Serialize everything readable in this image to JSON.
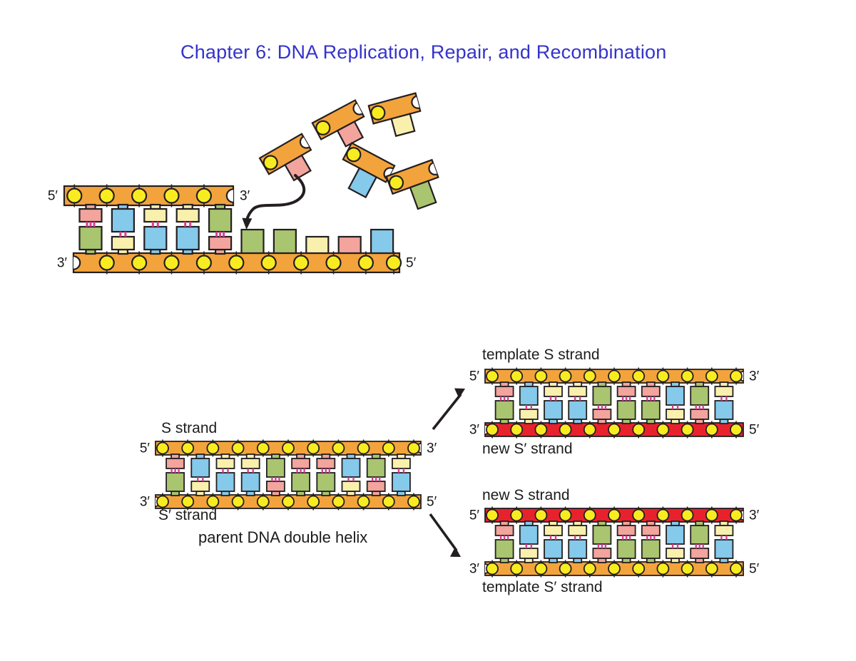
{
  "title": "Chapter 6: DNA Replication, Repair, and Recombination",
  "colors": {
    "title_blue": "#3533cc",
    "outline": "#231f20",
    "backbone_orange": "#f3a33c",
    "backbone_red": "#e8222d",
    "phosphate_yellow": "#f8ec20",
    "hydrogen_bond_pink": "#d6408f",
    "base_pink": "#f2a49d",
    "base_green": "#a9c56f",
    "base_blue": "#85c9eb",
    "base_yellow": "#f9f0ae"
  },
  "synthesis_diagram": {
    "growing_strand": {
      "label_left": "5′",
      "label_right": "3′",
      "color": "orange",
      "bases": [
        "pink",
        "blue",
        "yellow",
        "yellow",
        "green"
      ]
    },
    "template_strand": {
      "label_left": "3′",
      "label_right": "5′",
      "color": "orange",
      "bases": [
        "green",
        "yellow",
        "blue",
        "blue",
        "pink",
        "green",
        "green",
        "yellow",
        "pink",
        "blue"
      ]
    },
    "free_nucleotides": [
      "pink",
      "pink",
      "yellow",
      "blue",
      "green"
    ],
    "icons": [
      "curved-arrow-icon"
    ]
  },
  "replication_diagram": {
    "icons": [
      "arrow-up-right-icon",
      "arrow-down-right-icon"
    ],
    "parent": {
      "top_caption": "S strand",
      "bottom_caption": "S′ strand",
      "caption": "parent DNA double helix",
      "top_strand": {
        "label_left": "5′",
        "label_right": "3′",
        "color": "orange"
      },
      "bottom_strand": {
        "label_left": "3′",
        "label_right": "5′",
        "color": "orange"
      },
      "pairs": [
        [
          "pink",
          "green"
        ],
        [
          "blue",
          "yellow"
        ],
        [
          "yellow",
          "blue"
        ],
        [
          "yellow",
          "blue"
        ],
        [
          "green",
          "pink"
        ],
        [
          "pink",
          "green"
        ],
        [
          "pink",
          "green"
        ],
        [
          "blue",
          "yellow"
        ],
        [
          "green",
          "pink"
        ],
        [
          "yellow",
          "blue"
        ]
      ]
    },
    "daughter_top": {
      "top_caption": "template S strand",
      "bottom_caption": "new S′ strand",
      "top_strand": {
        "label_left": "5′",
        "label_right": "3′",
        "color": "orange"
      },
      "bottom_strand": {
        "label_left": "3′",
        "label_right": "5′",
        "color": "red"
      },
      "pairs": [
        [
          "pink",
          "green"
        ],
        [
          "blue",
          "yellow"
        ],
        [
          "yellow",
          "blue"
        ],
        [
          "yellow",
          "blue"
        ],
        [
          "green",
          "pink"
        ],
        [
          "pink",
          "green"
        ],
        [
          "pink",
          "green"
        ],
        [
          "blue",
          "yellow"
        ],
        [
          "green",
          "pink"
        ],
        [
          "yellow",
          "blue"
        ]
      ]
    },
    "daughter_bottom": {
      "top_caption": "new S strand",
      "bottom_caption": "template S′ strand",
      "top_strand": {
        "label_left": "5′",
        "label_right": "3′",
        "color": "red"
      },
      "bottom_strand": {
        "label_left": "3′",
        "label_right": "5′",
        "color": "orange"
      },
      "pairs": [
        [
          "pink",
          "green"
        ],
        [
          "blue",
          "yellow"
        ],
        [
          "yellow",
          "blue"
        ],
        [
          "yellow",
          "blue"
        ],
        [
          "green",
          "pink"
        ],
        [
          "pink",
          "green"
        ],
        [
          "pink",
          "green"
        ],
        [
          "blue",
          "yellow"
        ],
        [
          "green",
          "pink"
        ],
        [
          "yellow",
          "blue"
        ]
      ]
    }
  }
}
